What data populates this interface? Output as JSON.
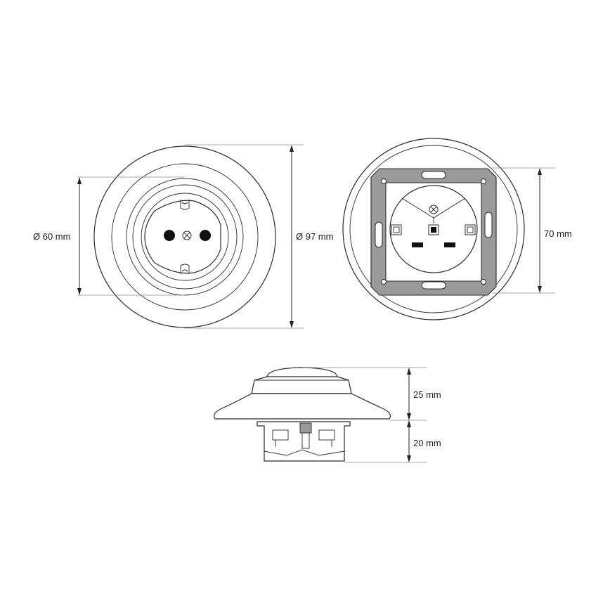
{
  "dimensions": {
    "inner_diameter": "Ø 60 mm",
    "outer_diameter": "Ø 97 mm",
    "mechanism_width": "70 mm",
    "cover_height": "25 mm",
    "body_depth": "20 mm"
  },
  "colors": {
    "line": "#2a2a2a",
    "mounting_plate": "#9a9a9a",
    "background": "#ffffff"
  }
}
